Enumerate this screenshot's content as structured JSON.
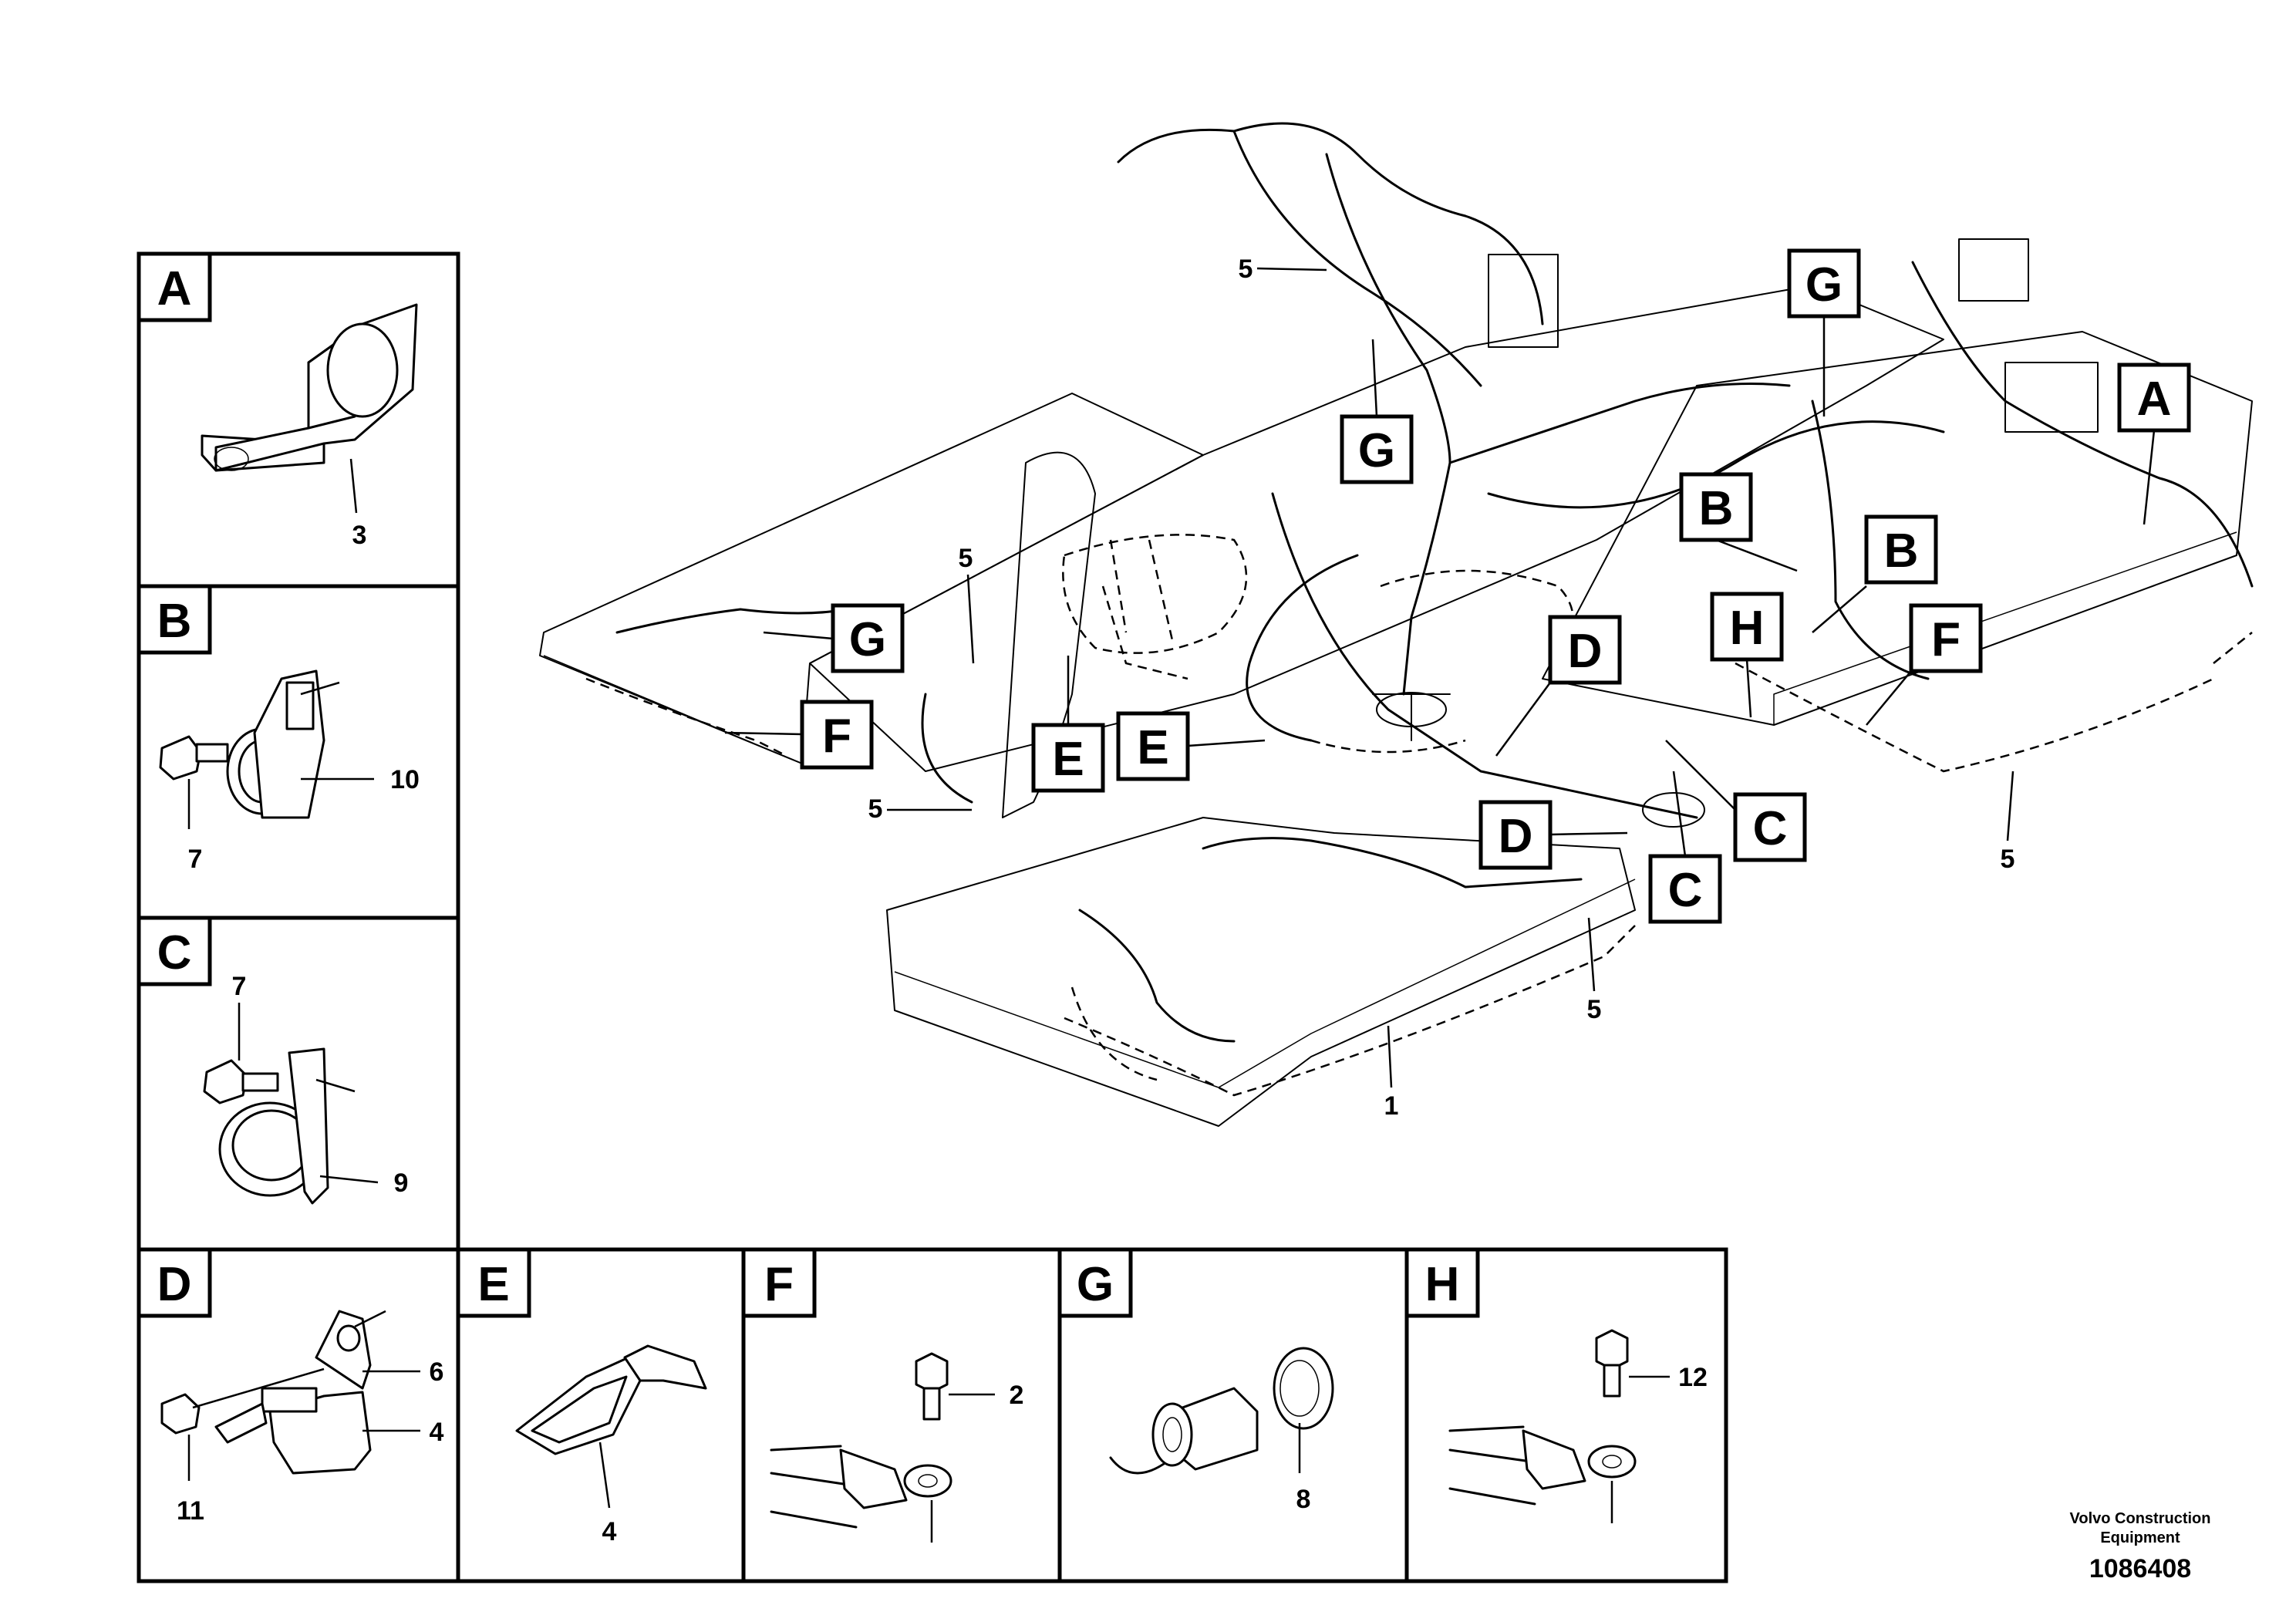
{
  "detail_panels": [
    {
      "letter": "A",
      "numbers": [
        "3"
      ]
    },
    {
      "letter": "B",
      "numbers": [
        "10",
        "7"
      ]
    },
    {
      "letter": "C",
      "numbers": [
        "7",
        "9"
      ]
    },
    {
      "letter": "D",
      "numbers": [
        "6",
        "4",
        "11"
      ]
    },
    {
      "letter": "E",
      "numbers": [
        "4"
      ]
    },
    {
      "letter": "F",
      "numbers": [
        "2"
      ]
    },
    {
      "letter": "G",
      "numbers": [
        "8"
      ]
    },
    {
      "letter": "H",
      "numbers": [
        "12"
      ]
    }
  ],
  "main_callouts": {
    "letters": [
      "G",
      "G",
      "A",
      "B",
      "B",
      "H",
      "F",
      "G",
      "F",
      "E",
      "E",
      "D",
      "C",
      "D",
      "C"
    ],
    "numbers": [
      "5",
      "5",
      "5",
      "5",
      "5",
      "1"
    ]
  },
  "credit": {
    "line1": "Volvo Construction",
    "line2": "Equipment"
  },
  "figure_id": "1086408"
}
